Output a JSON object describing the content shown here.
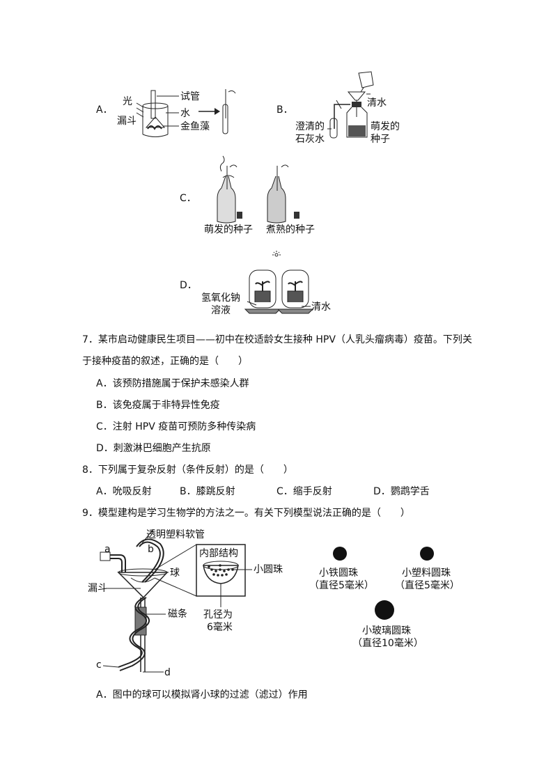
{
  "figures": {
    "A": {
      "letter": "A．",
      "light": "光",
      "tube": "试管",
      "funnel": "漏斗",
      "water": "水",
      "algae": "金鱼藻"
    },
    "B": {
      "letter": "B．",
      "clear_water": "清水",
      "limewater_1": "澄清的",
      "limewater_2": "石灰水",
      "seeds_1": "萌发的",
      "seeds_2": "种子"
    },
    "C": {
      "letter": "C．",
      "germinating": "萌发的种子",
      "cooked": "煮熟的种子"
    },
    "D": {
      "letter": "D．",
      "naoh_1": "氢氧化钠",
      "naoh_2": "溶液",
      "clear_water": "清水"
    }
  },
  "q7": {
    "line1": "7．某市启动健康民生项目——初中在校适龄女生接种 HPV（人乳头瘤病毒）疫苗。下列关",
    "line2": "于接种疫苗的叙述，正确的是（　　）",
    "options": [
      "A．该预防措施属于保护未感染人群",
      "B．该免疫属于非特异性免疫",
      "C．注射 HPV 疫苗可预防多种传染病",
      "D．刺激淋巴细胞产生抗原"
    ]
  },
  "q8": {
    "stem": "8．下列属于复杂反射（条件反射）的是（　　）",
    "options": [
      "A．吮吸反射",
      "B．膝跳反射",
      "C．缩手反射",
      "D．鹦鹉学舌"
    ]
  },
  "q9": {
    "stem": "9．模型建构是学习生物学的方法之一。有关下列模型说法正确的是（　　）",
    "fig": {
      "a": "a",
      "b": "b",
      "c": "c",
      "d": "d",
      "tube": "透明塑料软管",
      "ball": "球",
      "funnel": "漏斗",
      "inner": "内部结构",
      "beads": "小圆珠",
      "magnet": "磁条",
      "pore_1": "孔径为",
      "pore_2": "6毫米",
      "iron_1": "小铁圆珠",
      "iron_2": "（直径5毫米）",
      "plastic_1": "小塑料圆珠",
      "plastic_2": "（直径5毫米）",
      "glass_1": "小玻璃圆珠",
      "glass_2": "（直径10毫米）"
    },
    "optionA": "A．图中的球可以模拟肾小球的过滤（滤过）作用"
  }
}
